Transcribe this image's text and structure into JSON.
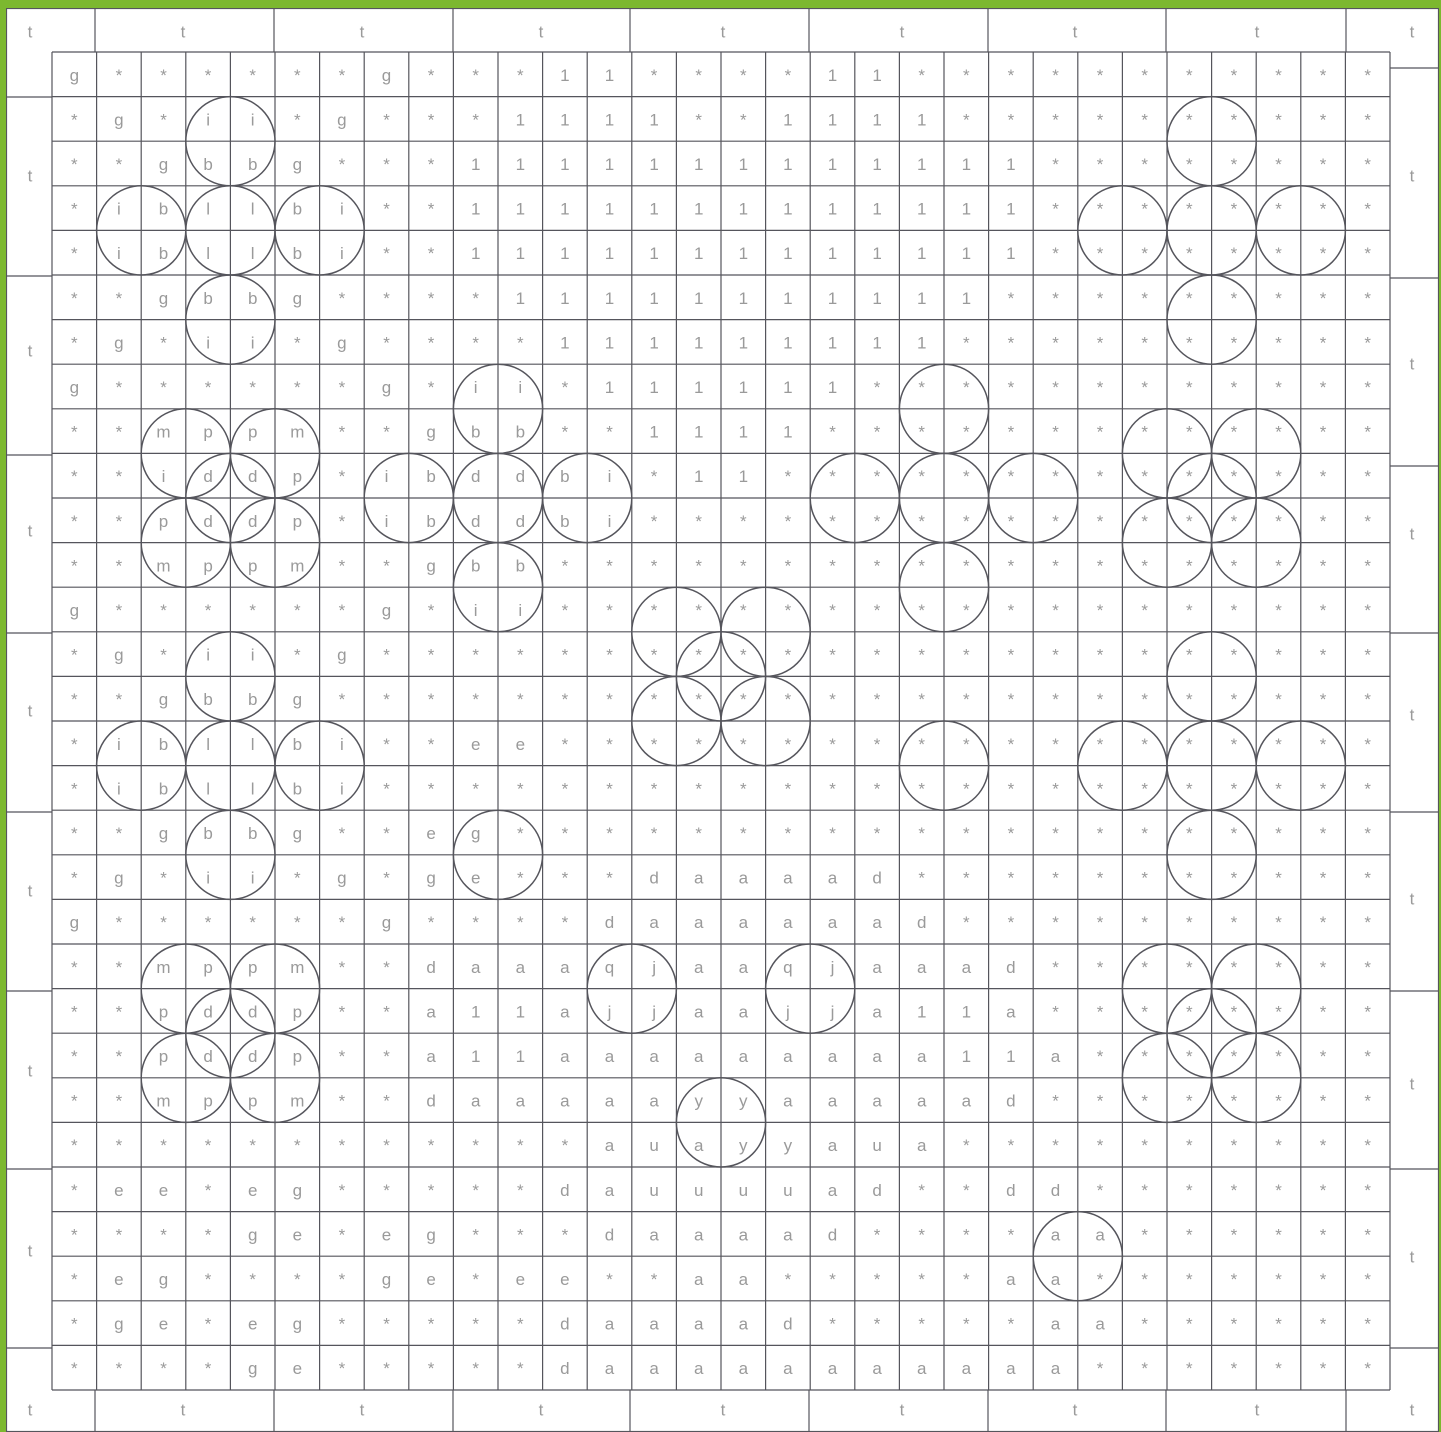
{
  "colors": {
    "frame": "#7cb82f",
    "paper": "#ffffff",
    "line": "#55555c",
    "text": "#9a9a9a"
  },
  "border_letter": "t",
  "grid_rows": [
    "g******g***11****11***********",
    "*g*ii*g***1111**1111**********",
    "**gbbg***1111111111111********",
    "*ibllbi**1111111111111********",
    "*ibllbi**1111111111111********",
    "**gbbg****11111111111*********",
    "*g*ii*g****111111111**********",
    "g******g*ii*111111************",
    "**mppm**gbb**1111*************",
    "**iddp*ibddbi*11**************",
    "**pddp*ibddbi*****************",
    "**mppm**gbb*******************",
    "g******g*ii*******************",
    "*g*ii*g***********************",
    "**gbbg************************",
    "*ibllbi**ee*******************",
    "*ibllbi***********************",
    "**gbbg**eg********************",
    "*g*ii*g*ge***daaaad***********",
    "g******g****daaaaaad**********",
    "**mppm**daaaqjaaqjaaad********",
    "**pddp**a11ajjaajja11a********",
    "**pddp**a11aaaaaaaaa11a*******",
    "**mppm**daaaaayyaaaaad********",
    "************auayyaua**********",
    "*ee*eg*****dauuuuad**dd*******",
    "****ge*eg***daaaad****aa******",
    "*eg****ge*ee**aa*****aa*******",
    "*ge*eg*****daaaad*****aa******",
    "****ge*****daaaaaaaaaaa*******"
  ]
}
